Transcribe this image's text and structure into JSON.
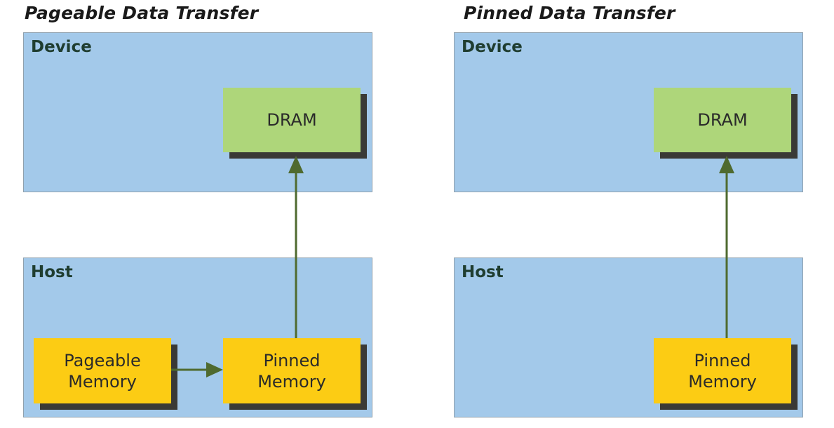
{
  "colors": {
    "region_fill": "#a3c9ea",
    "memory_box_fill": "#fccc14",
    "dram_box_fill": "#aed67a",
    "arrow": "#4f6a2f",
    "shadow": "#3a3a36"
  },
  "pageable": {
    "title": "Pageable Data Transfer",
    "device_label": "Device",
    "host_label": "Host",
    "dram_label": "DRAM",
    "pageable_memory": [
      "Pageable",
      "Memory"
    ],
    "pinned_memory": [
      "Pinned",
      "Memory"
    ]
  },
  "pinned": {
    "title": "Pinned Data Transfer",
    "device_label": "Device",
    "host_label": "Host",
    "dram_label": "DRAM",
    "pinned_memory": [
      "Pinned",
      "Memory"
    ]
  }
}
